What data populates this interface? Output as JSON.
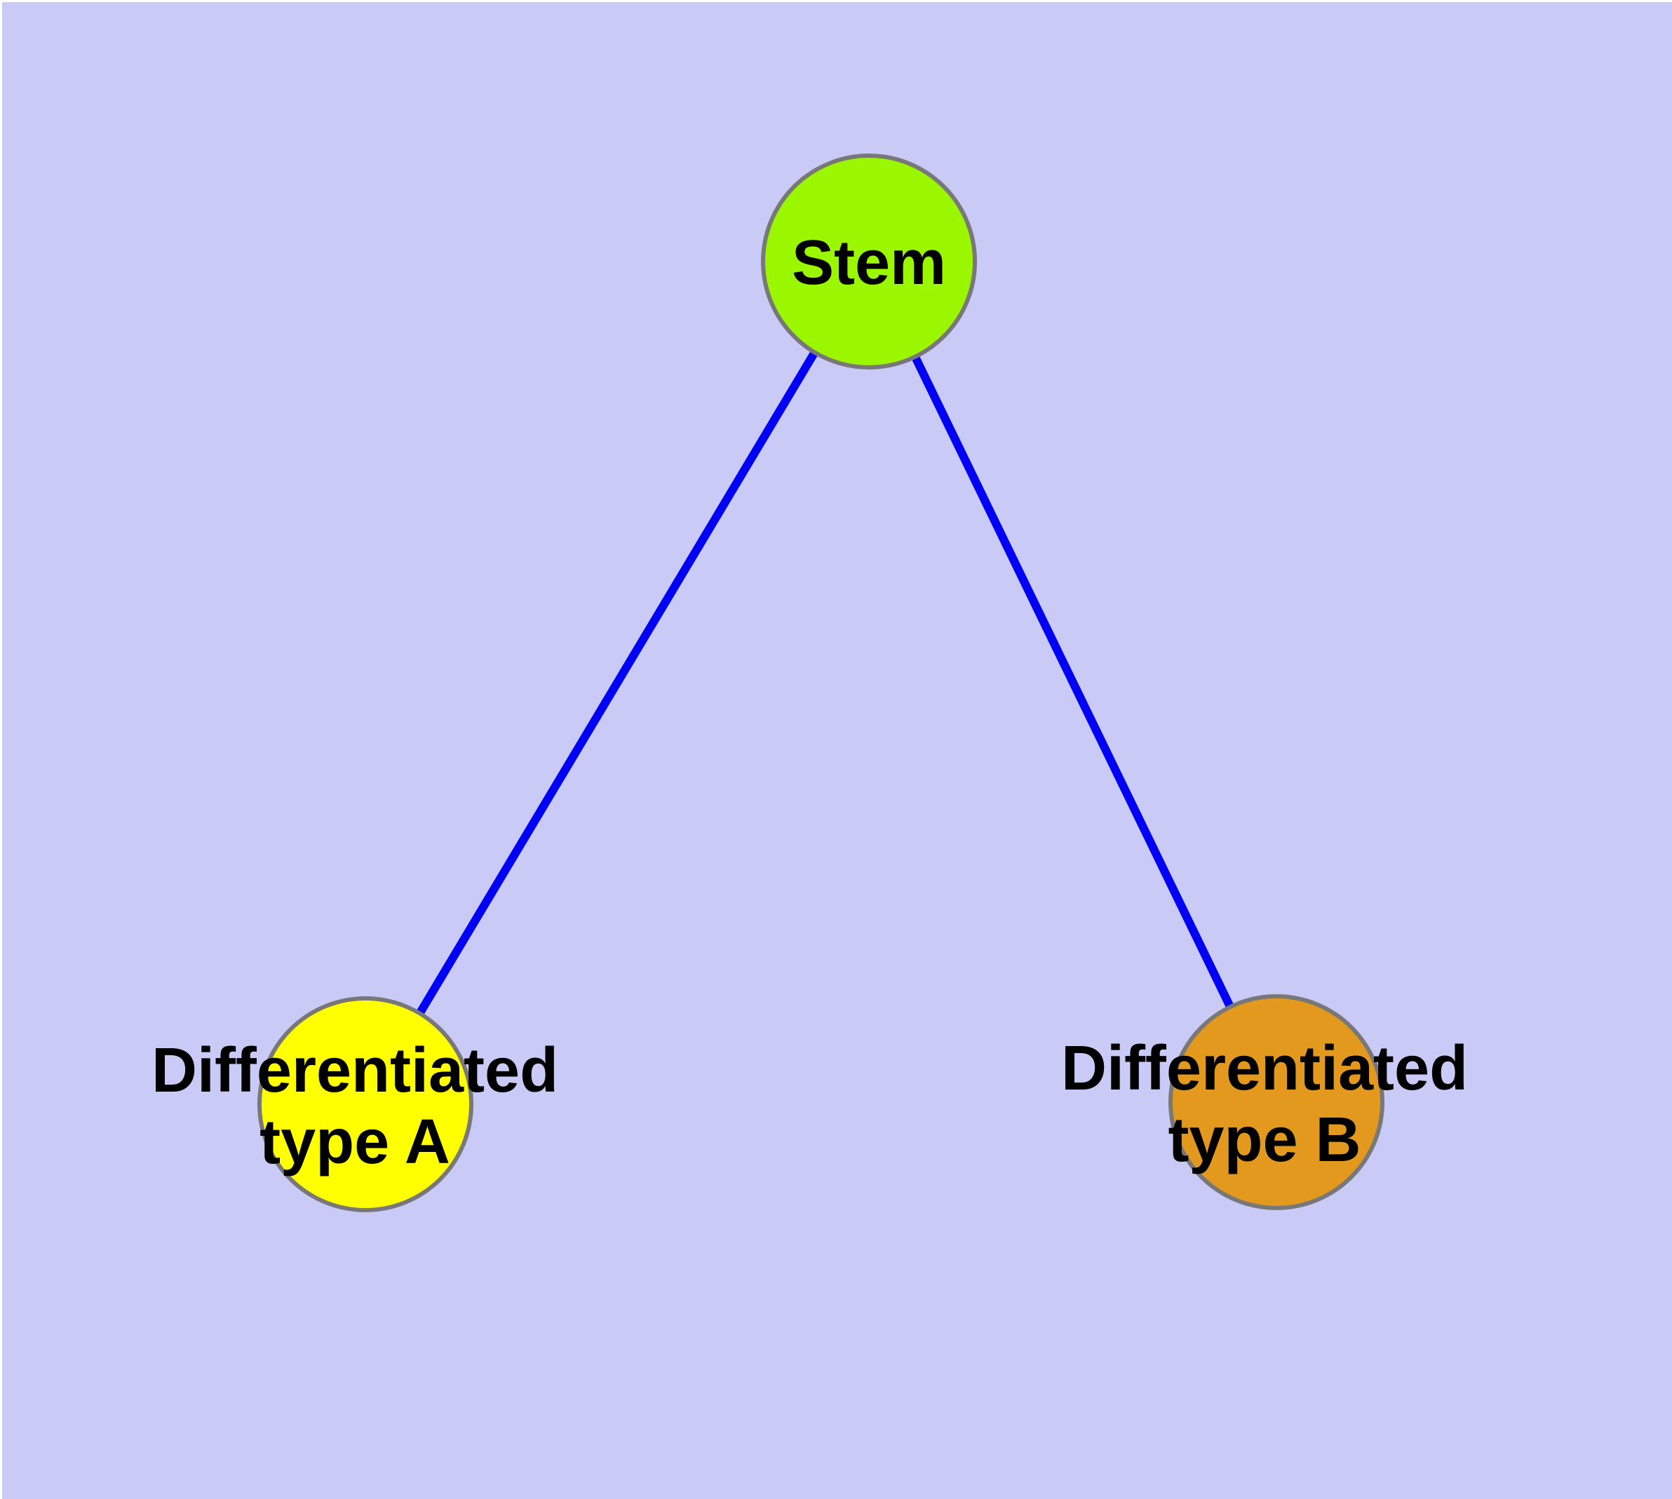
{
  "figure": {
    "background_color": "#CACAF6",
    "margin_color": "#FFFFFF",
    "label_color": "#000000",
    "node_border_color": "#787878",
    "edge_color": "#0000F6"
  },
  "graph": {
    "nodes": [
      {
        "id": "stem",
        "label": "Stem",
        "lines": [
          "Stem"
        ],
        "fill": "#9AF700",
        "stroke": "#787878"
      },
      {
        "id": "differentiated-type-a",
        "label": "Differentiated type A",
        "lines": [
          "Differentiated",
          "type A"
        ],
        "fill": "#FFFF00",
        "stroke": "#787878"
      },
      {
        "id": "differentiated-type-b",
        "label": "Differentiated type B",
        "lines": [
          "Differentiated",
          "type B"
        ],
        "fill": "#E2991E",
        "stroke": "#787878"
      }
    ],
    "edges": [
      {
        "from": "Stem",
        "to": "Differentiated type A",
        "color": "#0000F6"
      },
      {
        "from": "Stem",
        "to": "Differentiated type B",
        "color": "#0000F6"
      }
    ]
  }
}
